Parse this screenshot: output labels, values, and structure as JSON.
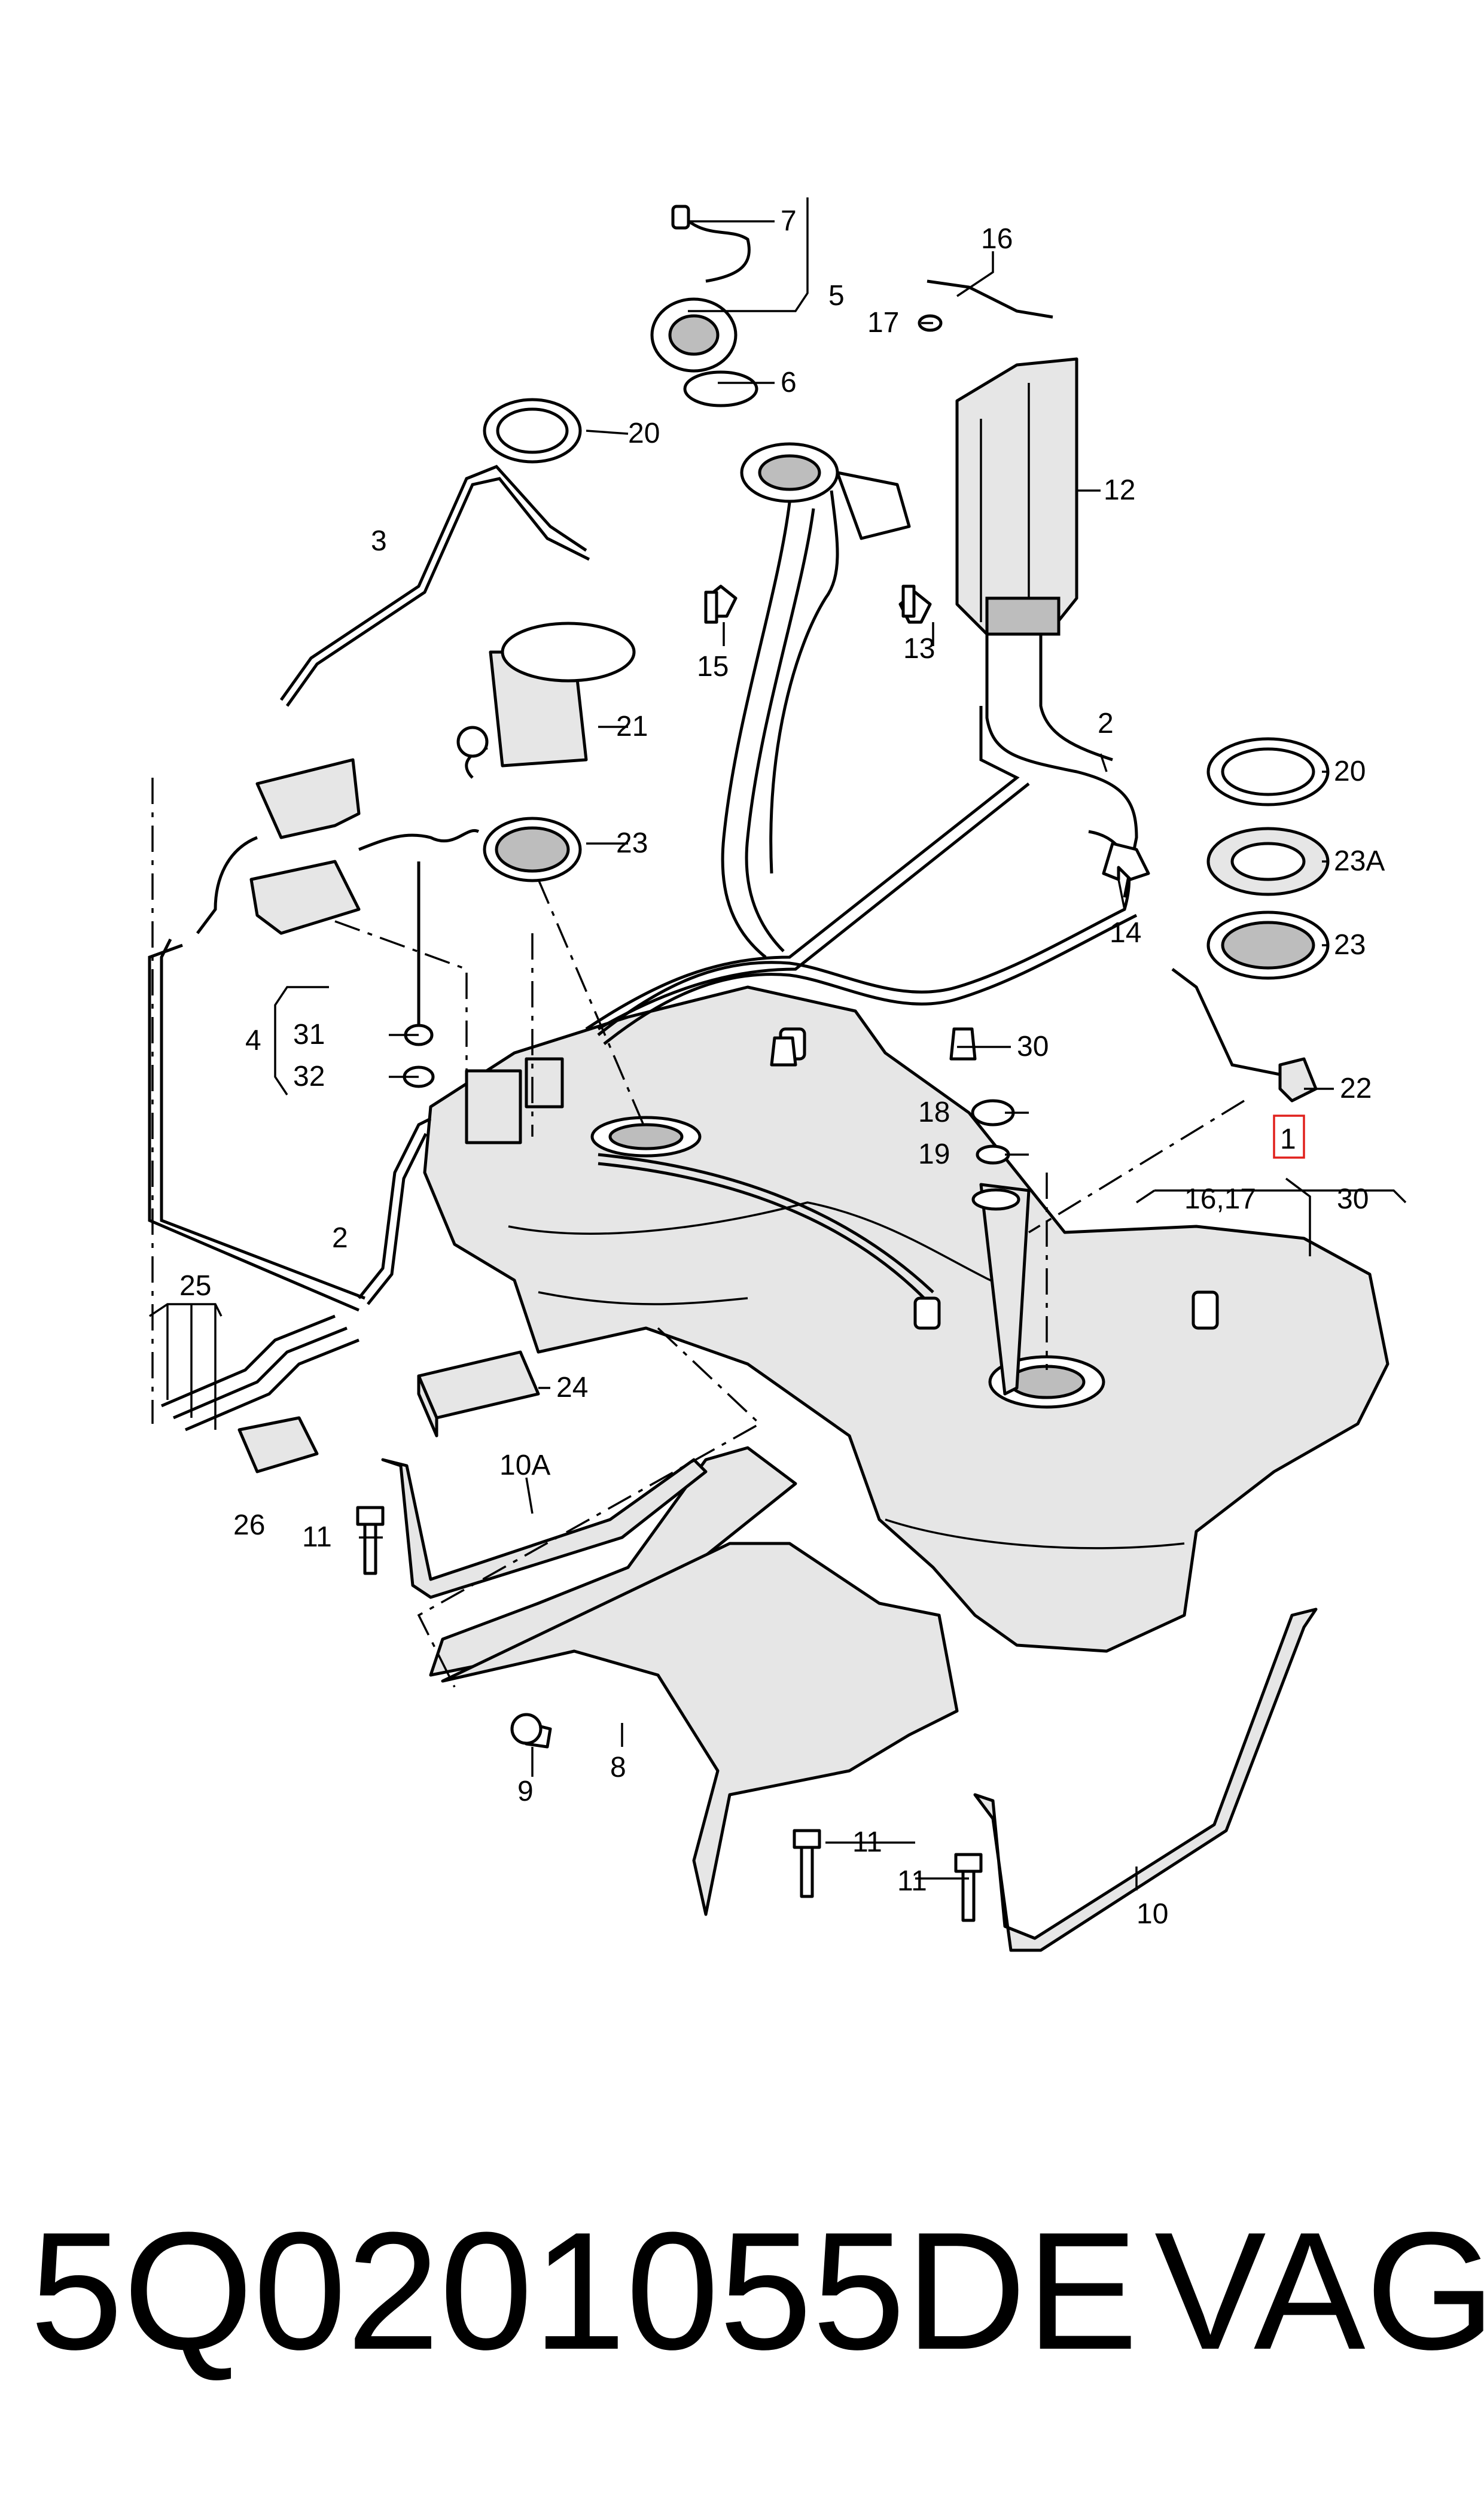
{
  "callouts": {
    "c1": "1",
    "c2a": "2",
    "c2b": "2",
    "c3": "3",
    "c4": "4",
    "c5": "5",
    "c6": "6",
    "c7": "7",
    "c8": "8",
    "c9": "9",
    "c10": "10",
    "c10A": "10A",
    "c11a": "11",
    "c11b": "11",
    "c11c": "11",
    "c12": "12",
    "c13": "13",
    "c14": "14",
    "c15": "15",
    "c16": "16",
    "c16_17": "16,17",
    "c17": "17",
    "c18": "18",
    "c19": "19",
    "c20a": "20",
    "c20b": "20",
    "c21": "21",
    "c22": "22",
    "c23a": "23",
    "c23b": "23",
    "c23A": "23A",
    "c24": "24",
    "c25": "25",
    "c26": "26",
    "c30a": "30",
    "c30b": "30",
    "c31": "31",
    "c32": "32"
  },
  "highlight": {
    "callout": "1",
    "color": "#e0201c"
  },
  "footer": {
    "part_number": "5Q0201055DE",
    "brand": "VAG"
  }
}
